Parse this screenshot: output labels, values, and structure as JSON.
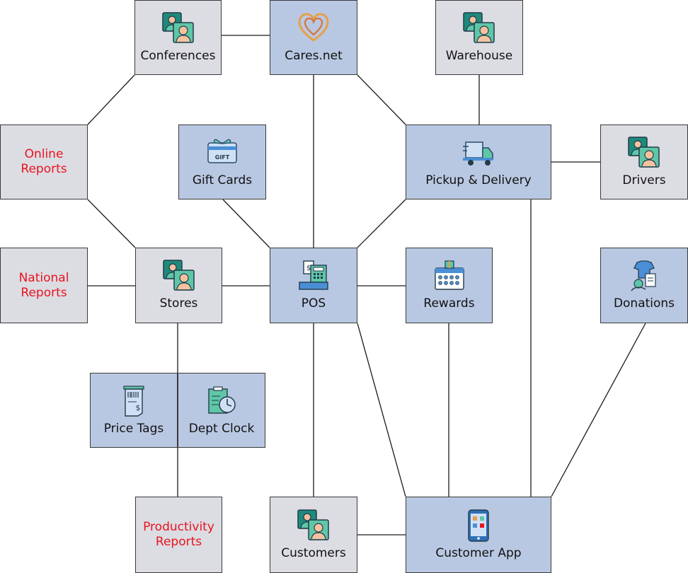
{
  "nodes": {
    "conferences": {
      "label": "Conferences",
      "icon": "people-icon"
    },
    "cares": {
      "label": "Cares.net",
      "icon": "heart-icon"
    },
    "warehouse": {
      "label": "Warehouse",
      "icon": "people-icon"
    },
    "online_reports": {
      "label": "Online\nReports"
    },
    "gift_cards": {
      "label": "Gift Cards",
      "icon": "gift-card-icon"
    },
    "pickup_delivery": {
      "label": "Pickup & Delivery",
      "icon": "delivery-truck-icon"
    },
    "drivers": {
      "label": "Drivers",
      "icon": "people-icon"
    },
    "national_reports": {
      "label": "National\nReports"
    },
    "stores": {
      "label": "Stores",
      "icon": "people-icon"
    },
    "pos": {
      "label": "POS",
      "icon": "cash-register-icon"
    },
    "rewards": {
      "label": "Rewards",
      "icon": "rewards-calendar-icon"
    },
    "donations": {
      "label": "Donations",
      "icon": "donation-icon"
    },
    "price_tags": {
      "label": "Price Tags",
      "icon": "price-tag-icon"
    },
    "dept_clock": {
      "label": "Dept Clock",
      "icon": "clock-board-icon"
    },
    "productivity_reports": {
      "label": "Productivity\nReports"
    },
    "customers": {
      "label": "Customers",
      "icon": "people-icon"
    },
    "customer_app": {
      "label": "Customer App",
      "icon": "smartphone-icon"
    }
  },
  "colors": {
    "report_text": "#e8141e",
    "system_fill": "#b9c8e2",
    "group_fill": "#dcdce3"
  }
}
